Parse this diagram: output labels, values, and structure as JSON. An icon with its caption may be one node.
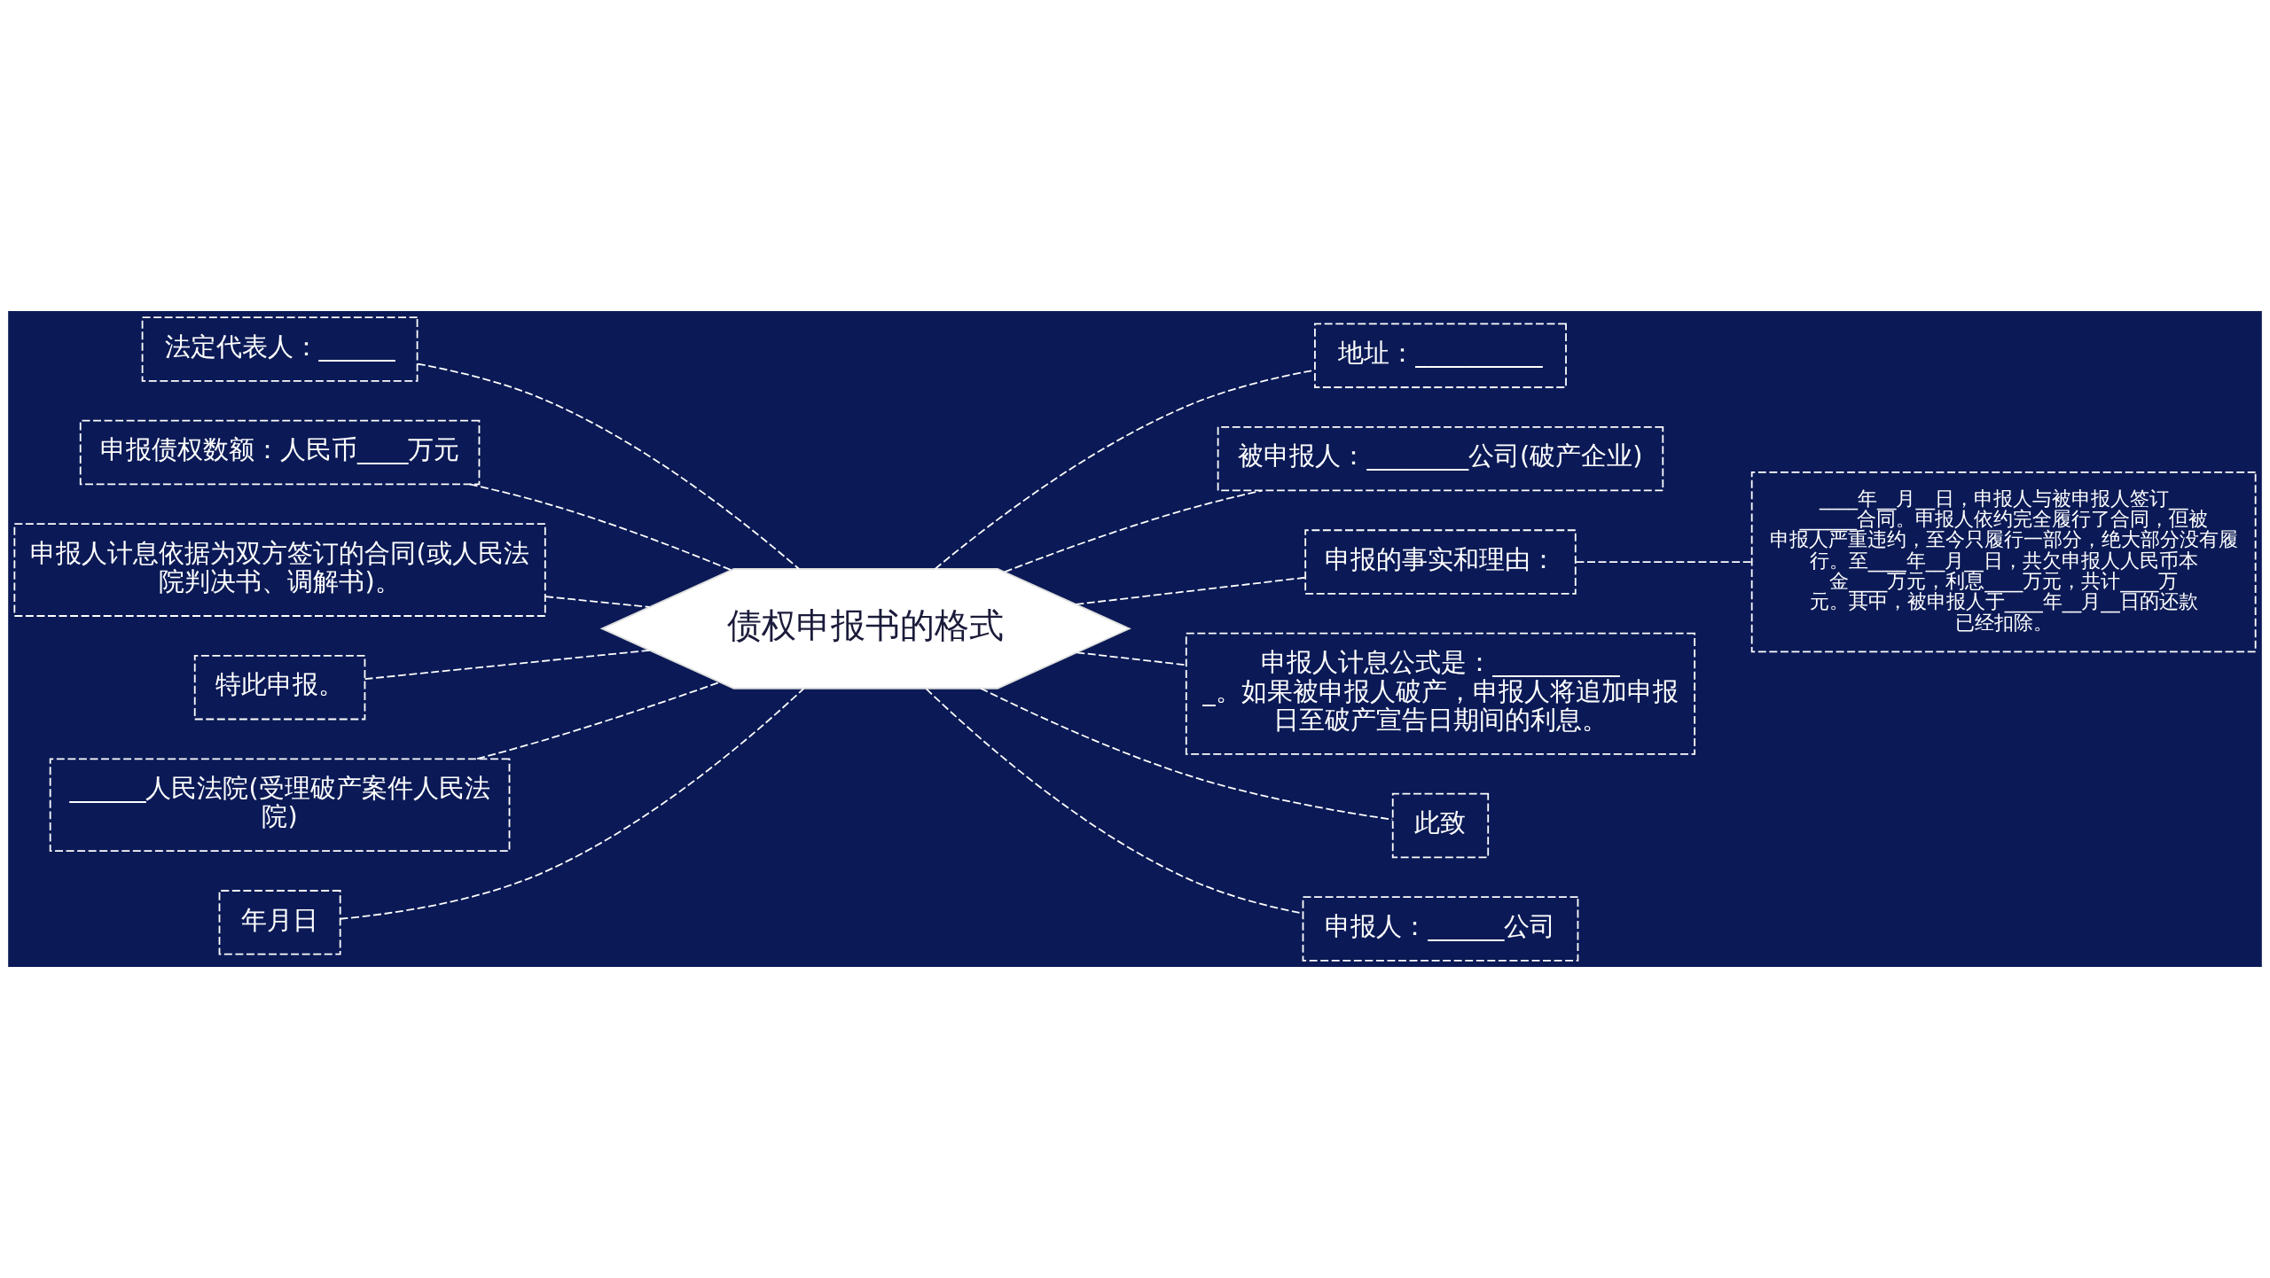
{
  "diagram": {
    "nodes": [
      {
        "text": [
          "债权申报书的格式"
        ]
      },
      {
        "text": [
          "法定代表人：______"
        ]
      },
      {
        "text": [
          "申报债权数额：人民币____万元"
        ]
      },
      {
        "text": [
          "申报人计息依据为双方签订的合同(或人民法院判决书、调解书)。"
        ]
      },
      {
        "text": [
          "特此申报。"
        ]
      },
      {
        "text": [
          "______人民法院(受理破产案件人民法院)"
        ]
      },
      {
        "text": [
          "年月日"
        ]
      },
      {
        "text": [
          "地址：__________"
        ]
      },
      {
        "text": [
          "被申报人：________公司(破产企业)"
        ]
      },
      {
        "text": [
          "申报的事实和理由："
        ]
      },
      {
        "text": [
          "____年__月__日，申报人与被申报人签订________合同。申报人依约完全履行了合同，但被申报人严重违约，至今只履行一部分，绝大部分没有履行。至____年__月__日，共欠申报人人民币本金____万元，利息____万元，共计____万元。其中，被申报人于____年__月__日的还款已经扣除。"
        ]
      },
      {
        "text": [
          "申报人计息公式是：___________。如果被申报人破产，申报人将追加申报日至破产宣告日期间的利息。"
        ]
      },
      {
        "text": [
          "此致"
        ]
      },
      {
        "text": [
          "申报人：______公司"
        ]
      }
    ],
    "edges": [
      {
        "from": 1,
        "to": 0,
        "arrow": "none",
        "style": "dashed"
      },
      {
        "from": 2,
        "to": 0,
        "arrow": "none",
        "style": "dashed"
      },
      {
        "from": 3,
        "to": 0,
        "arrow": "none",
        "style": "dashed"
      },
      {
        "from": 4,
        "to": 0,
        "arrow": "none",
        "style": "dashed"
      },
      {
        "from": 5,
        "to": 0,
        "arrow": "none",
        "style": "dashed"
      },
      {
        "from": 6,
        "to": 0,
        "arrow": "none",
        "style": "dashed"
      },
      {
        "from": 0,
        "to": 7,
        "arrow": "none",
        "style": "dashed"
      },
      {
        "from": 0,
        "to": 8,
        "arrow": "none",
        "style": "dashed"
      },
      {
        "from": 0,
        "to": 9,
        "arrow": "none",
        "style": "dashed"
      },
      {
        "from": 9,
        "to": 10,
        "arrow": "none",
        "style": "dashed"
      },
      {
        "from": 0,
        "to": 11,
        "arrow": "none",
        "style": "dashed"
      },
      {
        "from": 0,
        "to": 12,
        "arrow": "none",
        "style": "dashed"
      },
      {
        "from": 0,
        "to": 13,
        "arrow": "none",
        "style": "dashed"
      }
    ]
  }
}
